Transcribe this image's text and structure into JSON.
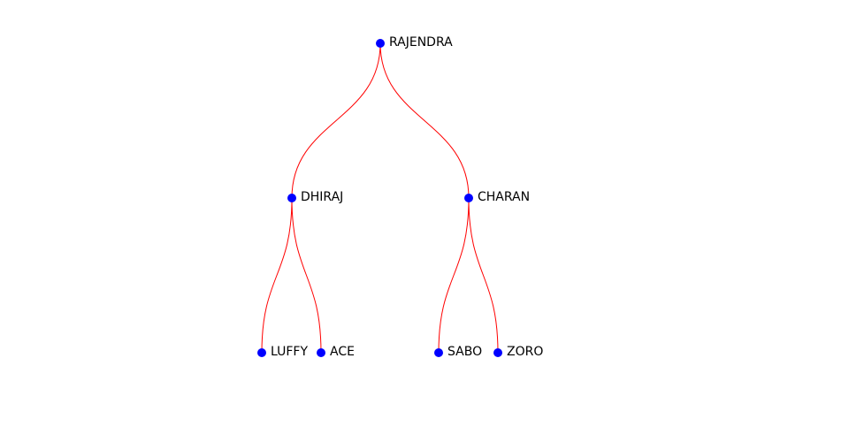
{
  "tree": {
    "name": "RAJENDRA",
    "children": [
      {
        "name": "DHIRAJ",
        "children": [
          {
            "name": "LUFFY"
          },
          {
            "name": "ACE"
          }
        ]
      },
      {
        "name": "CHARAN",
        "children": [
          {
            "name": "SABO"
          },
          {
            "name": "ZORO"
          }
        ]
      }
    ]
  },
  "colors": {
    "link": "#ff0000",
    "node": "#0000ff"
  }
}
